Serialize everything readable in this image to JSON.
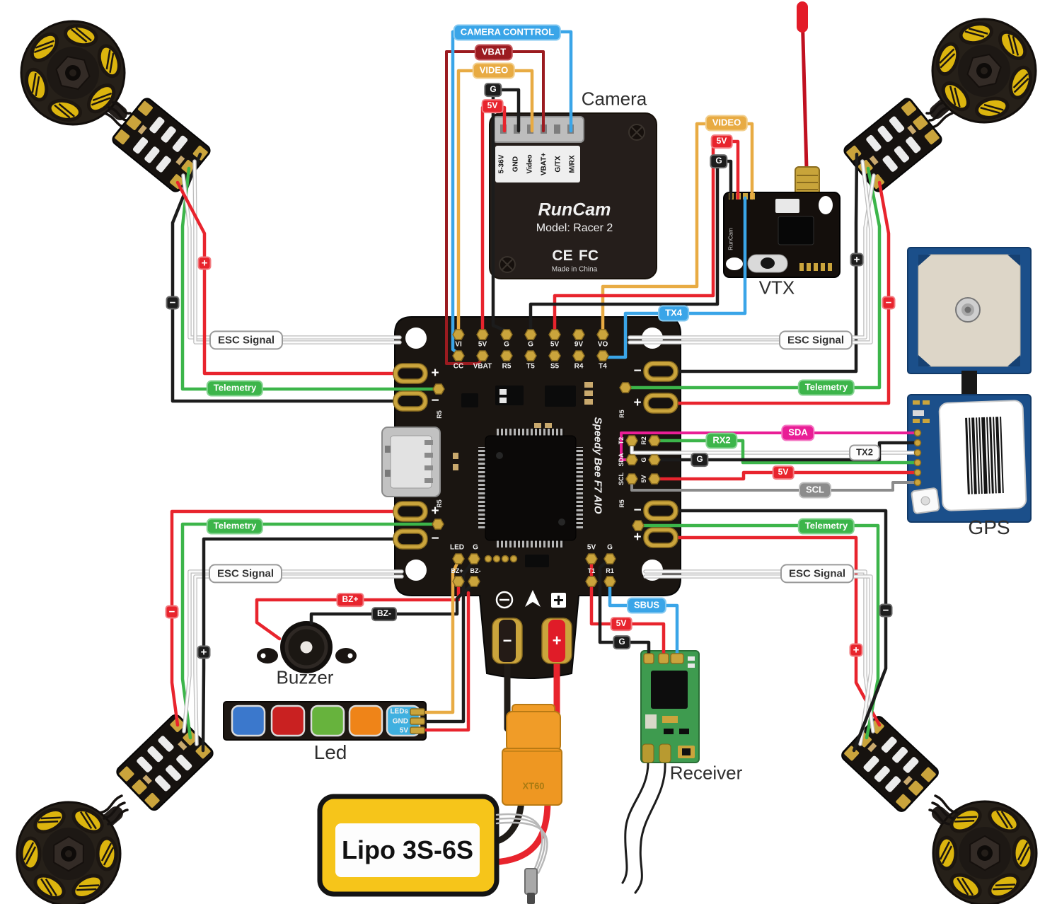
{
  "diagram": {
    "components": {
      "camera": {
        "name": "Camera",
        "brand": "RunCam",
        "model": "Model: Racer 2",
        "cert_ce": "CE",
        "cert_fcc": "FC",
        "made_in": "Made in China",
        "pins": [
          "5-36V",
          "GND",
          "Video",
          "VBAT+",
          "G/TX",
          "M/RX"
        ]
      },
      "vtx": {
        "name": "VTX",
        "brand": "RunCam"
      },
      "gps": {
        "name": "GPS"
      },
      "receiver": {
        "name": "Receiver"
      },
      "buzzer": {
        "name": "Buzzer"
      },
      "led_strip": {
        "name": "Led",
        "pins": [
          "LEDs",
          "GND",
          "5V"
        ]
      },
      "battery": {
        "name": "Lipo 3S-6S",
        "connector": "XT60"
      },
      "flight_controller": {
        "name": "Speedy Bee F7 AIO",
        "top_row_1": [
          "VI",
          "5V",
          "G",
          "G",
          "5V",
          "9V",
          "VO"
        ],
        "top_row_2": [
          "CC",
          "VBAT",
          "R5",
          "T5",
          "S5",
          "R4",
          "T4"
        ],
        "right_col_inner": [
          "T2",
          "SDA",
          "SCL"
        ],
        "right_col_outer": [
          "R2",
          "G",
          "5V"
        ],
        "bottom_left_row_1": [
          "LED",
          "G"
        ],
        "bottom_left_row_2": [
          "BZ+",
          "BZ-"
        ],
        "bottom_right_row_1": [
          "5V",
          "G"
        ],
        "bottom_right_row_2": [
          "T1",
          "R1"
        ],
        "uart_pad": "R5",
        "plus": "+",
        "minus": "−"
      }
    },
    "wire_labels": {
      "camera_control": "CAMERA CONTTROL",
      "vbat": "VBAT",
      "video": "VIDEO",
      "ground": "G",
      "five_v": "5V",
      "esc_signal": "ESC Signal",
      "telemetry": "Telemetry",
      "tx4": "TX4",
      "sda": "SDA",
      "rx2": "RX2",
      "tx2": "TX2",
      "scl": "SCL",
      "sbus": "SBUS",
      "bz_plus": "BZ+",
      "bz_minus": "BZ-",
      "plus": "+",
      "minus": "−"
    },
    "colors": {
      "wire_red": "#e8242d",
      "wire_black": "#1c1c1c",
      "wire_green": "#3cb54a",
      "wire_orange": "#e8ab43",
      "wire_blue": "#3aa5e8",
      "wire_magenta": "#e91e96",
      "wire_gray": "#8c8c8c",
      "wire_dark_red": "#9b1b20",
      "wire_white": "#fbfbfb",
      "pad_gold": "#caa43c",
      "fc_board": "#1a1511",
      "gps_blue": "#1b4f8a",
      "receiver_green": "#3e9b4f",
      "battery_yellow": "#f6c51a"
    }
  }
}
